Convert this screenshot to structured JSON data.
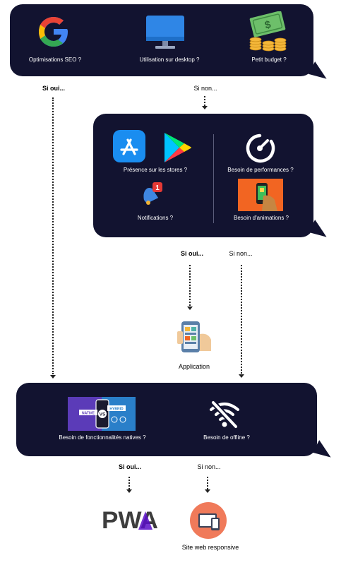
{
  "top": {
    "seo": "Optimisations SEO ?",
    "desktop": "Utilisation sur desktop ?",
    "budget": "Petit budget ?"
  },
  "branch1": {
    "yes": "Si oui...",
    "no": "Si non..."
  },
  "middle": {
    "stores": "Présence sur les stores ?",
    "performance": "Besoin de performances ?",
    "notifications": "Notifications ?",
    "notif_badge": "1",
    "animations": "Besoin d'animations ?"
  },
  "branch2": {
    "yes": "Si oui...",
    "no": "Si non..."
  },
  "application": "Application",
  "bottom": {
    "native": "Besoin de fonctionnalités natives ?",
    "native_tag": "NATIVE",
    "vs_tag": "VS",
    "hybrid_tag": "HYBRID",
    "offline": "Besoin de offline ?"
  },
  "branch3": {
    "yes": "Si oui...",
    "no": "Si non..."
  },
  "results": {
    "pwa": "PWA",
    "responsive": "Site web responsive"
  },
  "colors": {
    "bubble": "#121330",
    "google_blue": "#4285F4",
    "google_red": "#EA4335",
    "google_yellow": "#FBBC05",
    "google_green": "#34A853",
    "monitor": "#2f86e6",
    "money": "#6dbf6a",
    "coin": "#f4b73a",
    "appstore": "#1a8df0",
    "badge": "#e53935",
    "anim_bg": "#f26522",
    "native_bg": "#5b3bb8",
    "hybrid_bg": "#2a7fc9",
    "responsive_bg": "#f07a5a"
  },
  "icons": [
    "google-icon",
    "monitor-icon",
    "money-icon",
    "app-store-icon",
    "play-store-icon",
    "gauge-icon",
    "notification-icon",
    "animation-icon",
    "application-icon",
    "native-vs-hybrid-icon",
    "no-wifi-icon",
    "pwa-logo",
    "responsive-icon"
  ]
}
